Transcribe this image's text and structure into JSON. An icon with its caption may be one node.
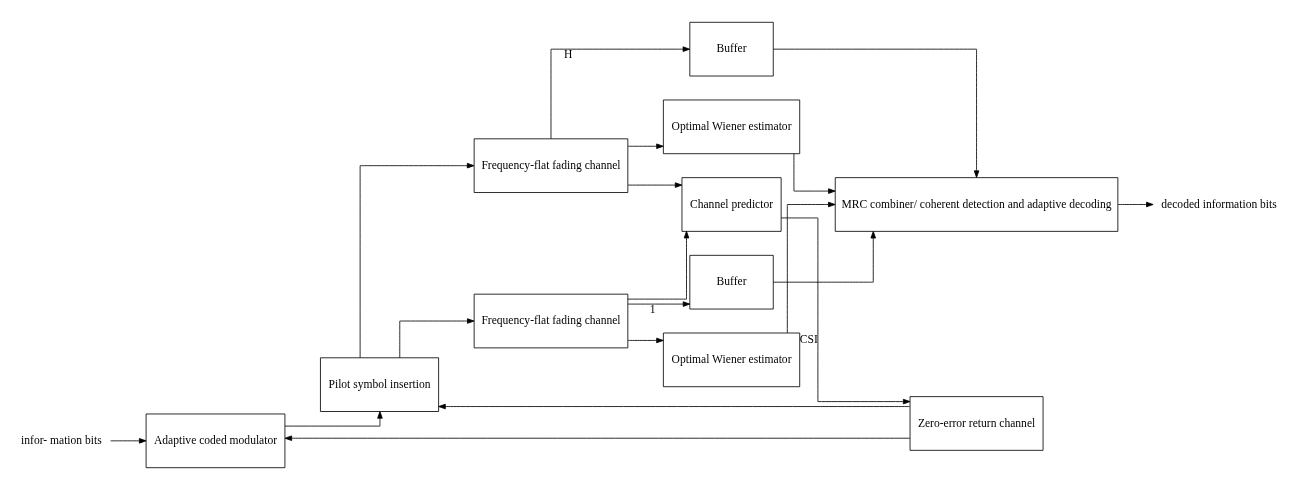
{
  "diagram": {
    "nodes": [
      {
        "text": [
          "infor- mation bits"
        ]
      },
      {
        "text": [
          "Adaptive coded modulator"
        ]
      },
      {
        "text": [
          "Pilot symbol insertion"
        ]
      },
      {
        "text": [
          "Frequency-flat fading channel"
        ]
      },
      {
        "text": [
          "Frequency-flat fading channel"
        ]
      },
      {
        "text": [
          "Buffer"
        ]
      },
      {
        "text": [
          "Buffer"
        ]
      },
      {
        "text": [
          "MRC combiner/ coherent detection and adaptive decoding"
        ]
      },
      {
        "text": [
          "decoded information bits"
        ]
      },
      {
        "text": [
          "Optimal Wiener estimator"
        ]
      },
      {
        "text": [
          "Optimal Wiener estimator"
        ]
      },
      {
        "text": [
          "Channel predictor"
        ]
      },
      {
        "text": [
          "Zero-error return channel"
        ]
      }
    ],
    "edges": [
      {
        "from": 0,
        "to": 1,
        "arrow": "to"
      },
      {
        "from": 1,
        "to": 2,
        "arrow": "to"
      },
      {
        "from": 2,
        "to": 3,
        "arrow": "to"
      },
      {
        "from": 2,
        "to": 4,
        "arrow": "to"
      },
      {
        "from": 3,
        "to": 5,
        "arrow": "to",
        "label": "1"
      },
      {
        "from": 4,
        "to": 6,
        "arrow": "to",
        "label": "H"
      },
      {
        "from": 5,
        "to": 7,
        "arrow": "to"
      },
      {
        "from": 6,
        "to": 7,
        "arrow": "to"
      },
      {
        "from": 7,
        "to": 8,
        "arrow": "to"
      },
      {
        "from": 3,
        "to": 11,
        "arrow": "to"
      },
      {
        "from": 3,
        "to": 9,
        "arrow": "to"
      },
      {
        "from": 4,
        "to": 11,
        "arrow": "to"
      },
      {
        "from": 4,
        "to": 10,
        "arrow": "to"
      },
      {
        "from": 9,
        "to": 7,
        "arrow": "to"
      },
      {
        "from": 10,
        "to": 7,
        "arrow": "to"
      },
      {
        "from": 11,
        "to": 12,
        "arrow": "to",
        "label": "CSI"
      },
      {
        "from": 12,
        "to": 1,
        "arrow": "to"
      },
      {
        "from": 12,
        "to": 2,
        "arrow": "to"
      }
    ]
  }
}
